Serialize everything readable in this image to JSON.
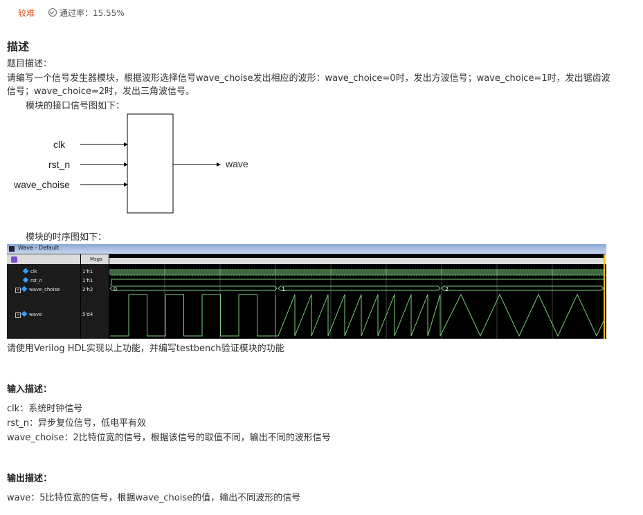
{
  "header": {
    "difficulty": "较难",
    "pass_rate": "通过率：15.55%"
  },
  "description": {
    "heading": "描述",
    "subtitle": "题目描述：",
    "line1": "请编写一个信号发生器模块，根据波形选择信号wave_choise发出相应的波形：wave_choice=0时，发出方波信号；wave_choice=1时，发出锯齿波",
    "line2": "信号；wave_choice=2时，发出三角波信号。",
    "interface_caption": "模块的接口信号图如下：",
    "timing_caption": "模块的时序图如下：",
    "instruction": "请使用Verilog HDL实现以上功能，并编写testbench验证模块的功能"
  },
  "block_diagram": {
    "inputs": [
      "clk",
      "rst_n",
      "wave_choise"
    ],
    "output": "wave"
  },
  "wave_window": {
    "title": "Wave - Default",
    "msgs_header": "Msgs",
    "signals": [
      {
        "name": "clk",
        "value": "1'h1"
      },
      {
        "name": "rst_n",
        "value": "1'h1"
      },
      {
        "name": "wave_choise",
        "value": "2'h2"
      },
      {
        "name": "wave",
        "value": "5'd4"
      }
    ],
    "bus_labels": [
      "0",
      "1",
      "2"
    ]
  },
  "input_section": {
    "heading": "输入描述：",
    "items": [
      "clk：系统时钟信号",
      "rst_n：异步复位信号，低电平有效",
      "wave_choise：2比特位宽的信号，根据该信号的取值不同，输出不同的波形信号"
    ]
  },
  "output_section": {
    "heading": "输出描述：",
    "items": [
      "wave：5比特位宽的信号，根据wave_choise的值，输出不同波形的信号"
    ]
  },
  "colors": {
    "difficulty": "#e0552b",
    "wave_green": "#7fd07f",
    "cursor": "#f0c020"
  }
}
